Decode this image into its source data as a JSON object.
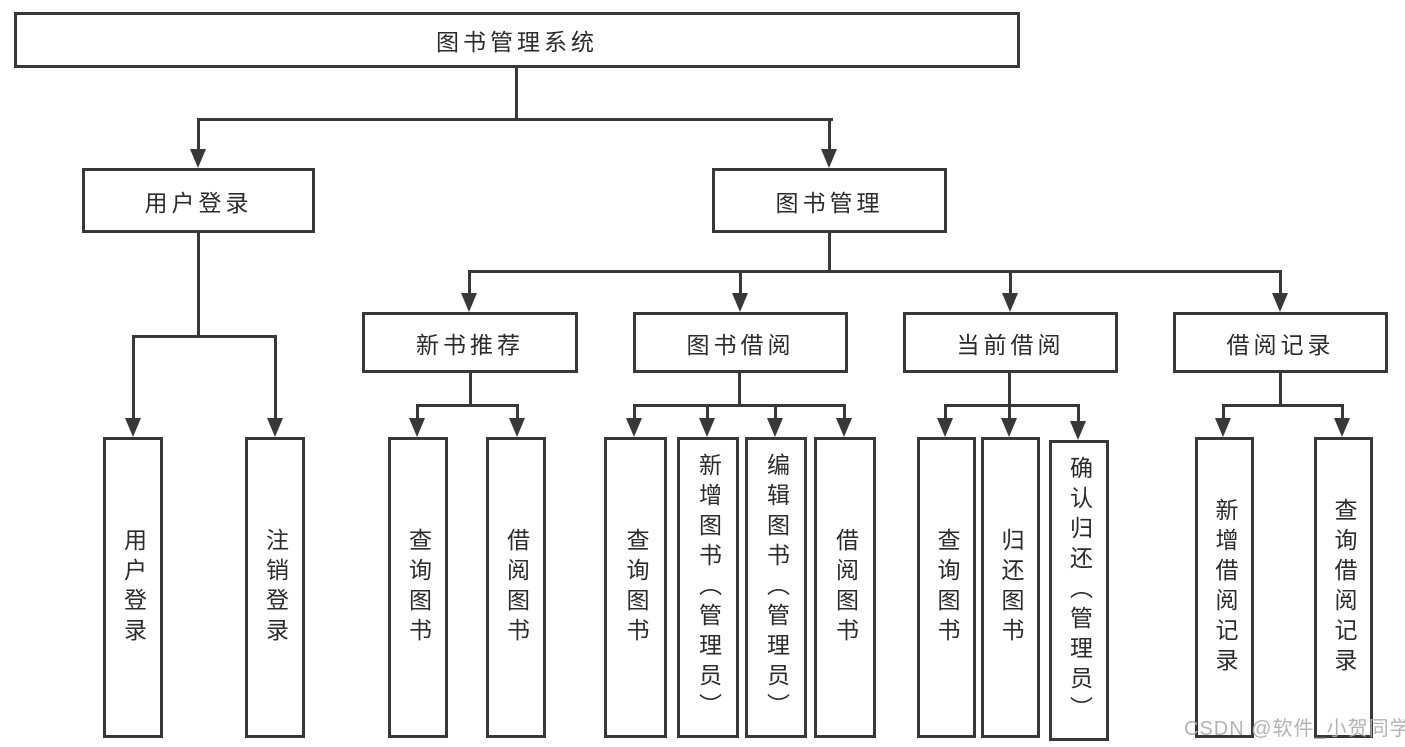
{
  "diagram_title": "图书管理系统",
  "tree": {
    "root": {
      "label": "图书管理系统"
    },
    "user_login": {
      "label": "用户登录",
      "children": {
        "login": {
          "label": "用户登录"
        },
        "logout": {
          "label": "注销登录"
        }
      }
    },
    "book_mgmt": {
      "label": "图书管理",
      "children": {
        "new_book": {
          "label": "新书推荐",
          "children": {
            "query": {
              "label": "查询图书"
            },
            "borrow": {
              "label": "借阅图书"
            }
          }
        },
        "book_borrow": {
          "label": "图书借阅",
          "children": {
            "query": {
              "label": "查询图书"
            },
            "add": {
              "label": "新增图书（管理员）"
            },
            "edit": {
              "label": "编辑图书（管理员）"
            },
            "borrow": {
              "label": "借阅图书"
            }
          }
        },
        "current_borrow": {
          "label": "当前借阅",
          "children": {
            "query": {
              "label": "查询图书"
            },
            "return": {
              "label": "归还图书"
            },
            "confirm": {
              "label": "确认归还（管理员）"
            }
          }
        },
        "borrow_records": {
          "label": "借阅记录",
          "children": {
            "add": {
              "label": "新增借阅记录"
            },
            "query": {
              "label": "查询借阅记录"
            }
          }
        }
      }
    }
  },
  "watermark": {
    "text": "CSDN @软件_小贺同学"
  },
  "colors": {
    "line": "#383838",
    "text": "#2b2b2b",
    "watermark": "#afafaf",
    "background": "#ffffff"
  }
}
